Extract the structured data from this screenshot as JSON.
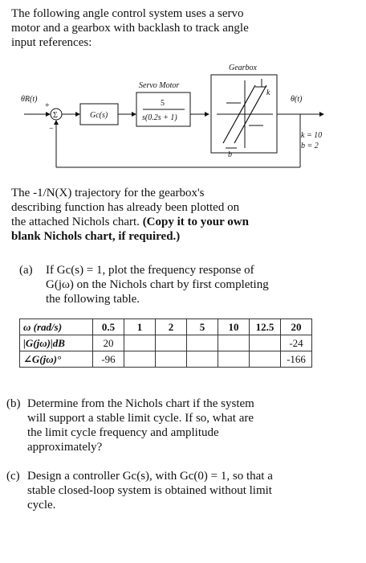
{
  "intro": "The following angle control system uses a servo motor and a gearbox with backlash to track angle input references:",
  "diagram": {
    "gearbox_label": "Gearbox",
    "servo_label": "Servo Motor",
    "input_label": "θR(t)",
    "output_label": "θ(t)",
    "controller_label": "Gc(s)",
    "tf_numerator": "5",
    "tf_denominator": "s(0.2s + 1)",
    "plus_sign": "+",
    "minus_sign": "−",
    "slope_label": "k",
    "width_label": "b",
    "k_value": "k = 10",
    "b_value": "b = 2"
  },
  "para1": {
    "text": "The -1/N(X) trajectory for the gearbox's describing function has already been plotted on the attached Nichols chart.",
    "bold": "(Copy it to your own blank Nichols chart, if required.)"
  },
  "part_a": {
    "label": "(a)",
    "text": "If Gc(s) = 1, plot the frequency response of G(jω) on the Nichols chart by first completing the following table."
  },
  "table": {
    "row_labels": [
      "ω (rad/s)",
      "|G(jω)|dB",
      "∠G(jω)°"
    ],
    "omega": [
      "0.5",
      "1",
      "2",
      "5",
      "10",
      "12.5",
      "20"
    ],
    "mag": [
      "20",
      "",
      "",
      "",
      "",
      "",
      "-24"
    ],
    "phase": [
      "-96",
      "",
      "",
      "",
      "",
      "",
      "-166"
    ]
  },
  "part_b": {
    "label": "(b)",
    "text": "Determine from the Nichols chart if the system will support a stable limit cycle. If so, what are the limit cycle frequency and amplitude approximately?"
  },
  "part_c": {
    "label": "(c)",
    "text": "Design a controller Gc(s), with Gc(0) = 1, so that a stable closed-loop system is obtained without limit cycle."
  }
}
